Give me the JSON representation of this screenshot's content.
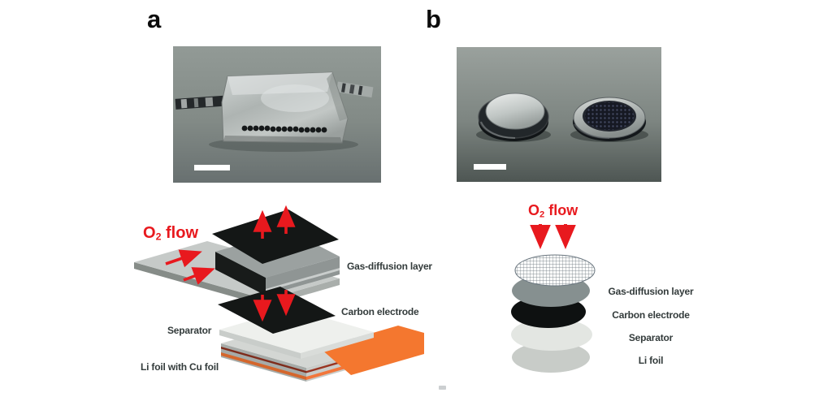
{
  "figure": {
    "panel_a": {
      "letter": "a",
      "diagram": {
        "o2_flow": {
          "prefix": "O",
          "sub": "2",
          "suffix": " flow"
        },
        "labels": {
          "gas_diffusion_layer": "Gas-diffusion layer",
          "carbon_electrode": "Carbon electrode",
          "separator": "Separator",
          "li_foil": "Li foil with Cu foil"
        }
      }
    },
    "panel_b": {
      "letter": "b",
      "diagram": {
        "o2_flow": {
          "prefix": "O",
          "sub": "2",
          "suffix": " flow"
        },
        "labels": {
          "gas_diffusion_layer": "Gas-diffusion layer",
          "carbon_electrode": "Carbon electrode",
          "separator": "Separator",
          "li_foil": "Li foil"
        }
      }
    },
    "colors": {
      "accent_red": "#e8191e",
      "label_text": "#333b3b",
      "cu_foil_orange": "#f4772f",
      "carbon_black": "#141716",
      "gdl_gray": "#9ba1a0"
    }
  }
}
